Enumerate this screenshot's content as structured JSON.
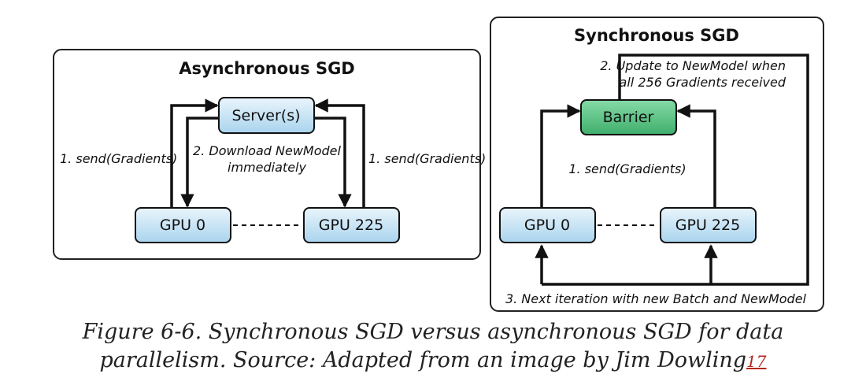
{
  "async_panel": {
    "title": "Asynchronous SGD",
    "server": "Server(s)",
    "gpu_left": "GPU 0",
    "gpu_right": "GPU 225",
    "label_send_left": "1. send(Gradients)",
    "label_send_right": "1. send(Gradients)",
    "label_download_line1": "2. Download NewModel",
    "label_download_line2": "immediately"
  },
  "sync_panel": {
    "title": "Synchronous SGD",
    "barrier": "Barrier",
    "gpu_left": "GPU 0",
    "gpu_right": "GPU 225",
    "label_update_line1": "2. Update to NewModel when",
    "label_update_line2": "all 256 Gradients received",
    "label_send": "1. send(Gradients)",
    "label_next": "3. Next iteration with new Batch and NewModel"
  },
  "caption": {
    "line1": "Figure 6-6. Synchronous SGD versus asynchronous SGD for data",
    "line2": "parallelism. Source: Adapted from an image by Jim Dowling",
    "ref": "17"
  },
  "colors": {
    "gpu_fill_top": "#eaf5fc",
    "gpu_fill_bottom": "#a9d4ee",
    "barrier_fill_top": "#86dba6",
    "barrier_fill_bottom": "#3fae6c",
    "stroke": "#111111"
  }
}
